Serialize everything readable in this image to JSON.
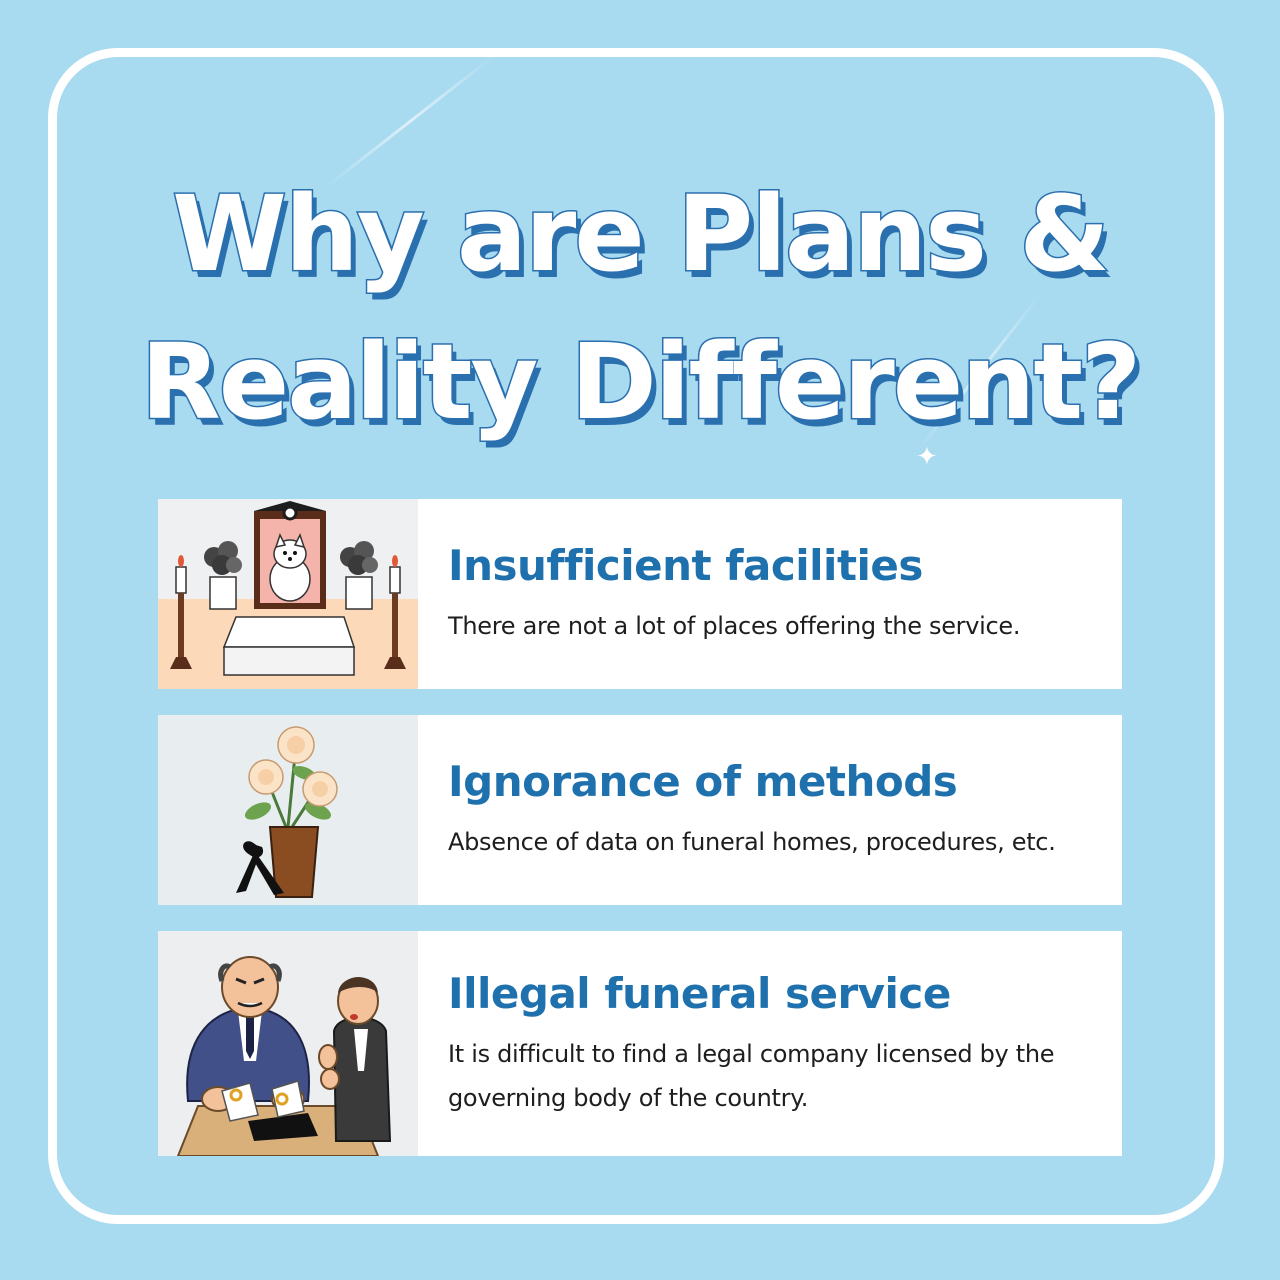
{
  "title": {
    "line1": "Why are Plans &",
    "line2": "Reality Different?"
  },
  "colors": {
    "background": "#a8daf0",
    "frame_border": "#ffffff",
    "title_fill": "#ffffff",
    "title_shadow": "#2a6fae",
    "card_title": "#1e71ad",
    "card_text": "#1e1e1e"
  },
  "cards": [
    {
      "title": "Insufficient facilities",
      "description": "There are not a lot of places offering the service.",
      "illustration": "pet-memorial-altar-illustration"
    },
    {
      "title": "Ignorance of methods",
      "description": "Absence of data on funeral homes, procedures, etc.",
      "illustration": "chrysanthemum-pot-with-black-ribbon-illustration"
    },
    {
      "title": "Illegal funeral service",
      "description": "It is difficult to find a legal company licensed by the governing body of the country.",
      "illustration": "shady-businessman-with-money-illustration"
    }
  ]
}
